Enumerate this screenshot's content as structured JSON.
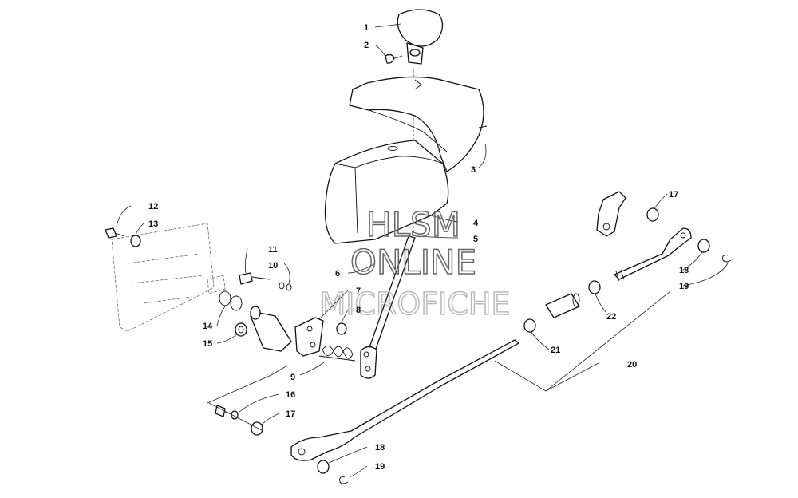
{
  "watermark": {
    "line1": "HLSM",
    "line2": "ONLINE",
    "line3": "MICROFICHE"
  },
  "callouts": [
    {
      "id": "c1",
      "text": "1"
    },
    {
      "id": "c2",
      "text": "2"
    },
    {
      "id": "c3",
      "text": "3"
    },
    {
      "id": "c4",
      "text": "4"
    },
    {
      "id": "c5",
      "text": "5"
    },
    {
      "id": "c6",
      "text": "6"
    },
    {
      "id": "c7",
      "text": "7"
    },
    {
      "id": "c8",
      "text": "8"
    },
    {
      "id": "c9",
      "text": "9"
    },
    {
      "id": "c10",
      "text": "10"
    },
    {
      "id": "c11",
      "text": "11"
    },
    {
      "id": "c12",
      "text": "12"
    },
    {
      "id": "c13",
      "text": "13"
    },
    {
      "id": "c14",
      "text": "14"
    },
    {
      "id": "c15",
      "text": "15"
    },
    {
      "id": "c16",
      "text": "16"
    },
    {
      "id": "c17a",
      "text": "17"
    },
    {
      "id": "c17b",
      "text": "17"
    },
    {
      "id": "c18a",
      "text": "18"
    },
    {
      "id": "c18b",
      "text": "18"
    },
    {
      "id": "c19a",
      "text": "19"
    },
    {
      "id": "c19b",
      "text": "19"
    },
    {
      "id": "c20",
      "text": "20"
    },
    {
      "id": "c21",
      "text": "21"
    },
    {
      "id": "c22",
      "text": "22"
    }
  ]
}
